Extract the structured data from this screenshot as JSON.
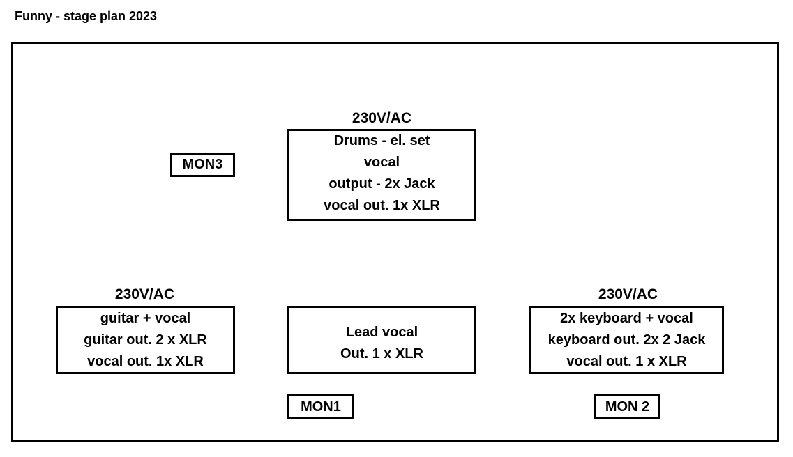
{
  "title": "Funny - stage plan 2023",
  "drums": {
    "power": "230V/AC",
    "lines": [
      "Drums - el. set",
      "vocal",
      "output - 2x Jack",
      "vocal out. 1x XLR"
    ]
  },
  "guitar": {
    "power": "230V/AC",
    "lines": [
      "guitar + vocal",
      "guitar out. 2 x XLR",
      "vocal out. 1x XLR"
    ]
  },
  "lead_vocal": {
    "lines": [
      "Lead vocal",
      "Out.  1 x XLR"
    ]
  },
  "keyboard": {
    "power": "230V/AC",
    "lines": [
      "2x keyboard + vocal",
      "keyboard out. 2x 2 Jack",
      "vocal out. 1 x XLR"
    ]
  },
  "monitors": {
    "mon3": "MON3",
    "mon1": "MON1",
    "mon2": "MON 2"
  }
}
